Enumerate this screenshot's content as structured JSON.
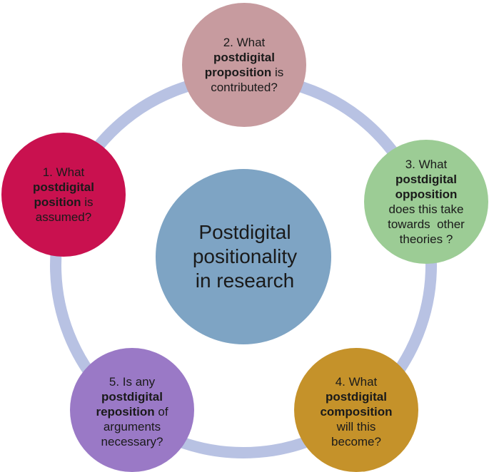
{
  "center": {
    "lines": [
      "Postdigital",
      "positionality",
      "in research"
    ],
    "color": "#7ea4c4"
  },
  "ring_color": "#b8c2e3",
  "nodes": [
    {
      "number": "1. What",
      "bold": [
        "postdigital",
        "position"
      ],
      "rest_after_bold": "is",
      "tail": [
        "assumed?"
      ],
      "color": "#c9114f"
    },
    {
      "number": "2. What",
      "bold": [
        "postdigital",
        "proposition"
      ],
      "rest_after_bold": "is",
      "tail": [
        "contributed?"
      ],
      "color": "#c79b9f"
    },
    {
      "number": "3. What",
      "bold": [
        "postdigital",
        "opposition"
      ],
      "rest_after_bold": "",
      "tail": [
        "does this take",
        "towards  other",
        "theories ?"
      ],
      "color": "#9ccc95"
    },
    {
      "number": "4. What",
      "bold": [
        "postdigital",
        "composition"
      ],
      "rest_after_bold": "",
      "tail": [
        "will this",
        "become?"
      ],
      "color": "#c5922a"
    },
    {
      "number": "5. Is any",
      "bold": [
        "postdigital",
        "reposition"
      ],
      "rest_after_bold": "of",
      "tail": [
        "arguments",
        "necessary?"
      ],
      "color": "#9a79c6"
    }
  ]
}
